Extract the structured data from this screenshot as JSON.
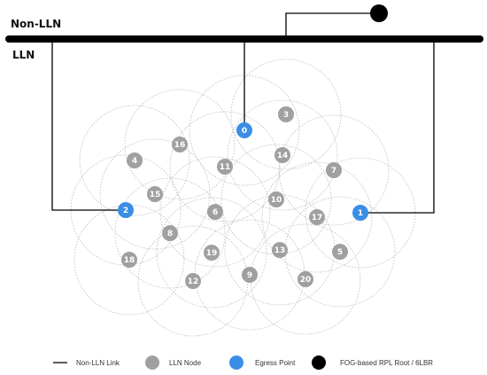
{
  "labels": {
    "non_lln": "Non-LLN",
    "lln": "LLN"
  },
  "colors": {
    "bus": "#000000",
    "link": "#000000",
    "lln_node": "#a0a0a0",
    "egress_point": "#3a8ee6",
    "fog_root": "#000000",
    "node_text": "#ffffff",
    "range_circle": "#bdbdbd"
  },
  "legend": {
    "non_lln_link": "Non-LLN Link",
    "lln_node": "LLN Node",
    "egress_point": "Egress Point",
    "fog_root": "FOG-based RPL Root / 6LBR"
  },
  "nodes": [
    {
      "id": "0",
      "kind": "egress"
    },
    {
      "id": "1",
      "kind": "egress"
    },
    {
      "id": "2",
      "kind": "egress"
    },
    {
      "id": "3",
      "kind": "lln"
    },
    {
      "id": "4",
      "kind": "lln"
    },
    {
      "id": "5",
      "kind": "lln"
    },
    {
      "id": "6",
      "kind": "lln"
    },
    {
      "id": "7",
      "kind": "lln"
    },
    {
      "id": "8",
      "kind": "lln"
    },
    {
      "id": "9",
      "kind": "lln"
    },
    {
      "id": "10",
      "kind": "lln"
    },
    {
      "id": "11",
      "kind": "lln"
    },
    {
      "id": "12",
      "kind": "lln"
    },
    {
      "id": "13",
      "kind": "lln"
    },
    {
      "id": "14",
      "kind": "lln"
    },
    {
      "id": "15",
      "kind": "lln"
    },
    {
      "id": "16",
      "kind": "lln"
    },
    {
      "id": "17",
      "kind": "lln"
    },
    {
      "id": "18",
      "kind": "lln"
    },
    {
      "id": "19",
      "kind": "lln"
    },
    {
      "id": "20",
      "kind": "lln"
    }
  ]
}
